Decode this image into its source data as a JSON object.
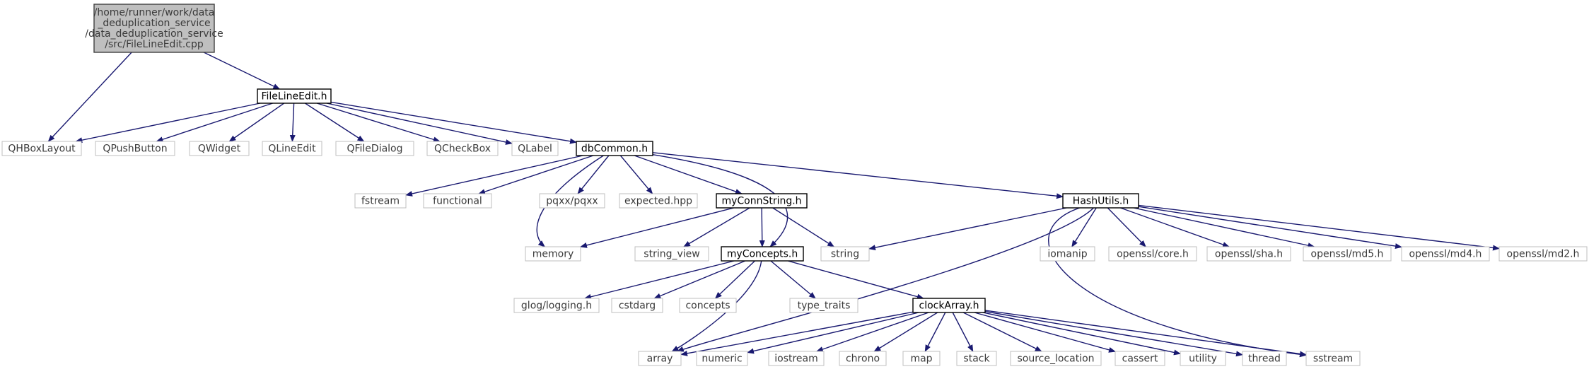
{
  "graph": {
    "edge_color": "#191970",
    "nodes": [
      {
        "id": "root",
        "lines": [
          "/home/runner/work/data",
          "_deduplication_service",
          "/data_deduplication_service",
          "/src/FileLineEdit.cpp"
        ],
        "kind": "root"
      },
      {
        "id": "FileLineEdit_h",
        "lines": [
          "FileLineEdit.h"
        ],
        "kind": "internal"
      },
      {
        "id": "QHBoxLayout",
        "lines": [
          "QHBoxLayout"
        ],
        "kind": "external"
      },
      {
        "id": "QPushButton",
        "lines": [
          "QPushButton"
        ],
        "kind": "external"
      },
      {
        "id": "QWidget",
        "lines": [
          "QWidget"
        ],
        "kind": "external"
      },
      {
        "id": "QLineEdit",
        "lines": [
          "QLineEdit"
        ],
        "kind": "external"
      },
      {
        "id": "QFileDialog",
        "lines": [
          "QFileDialog"
        ],
        "kind": "external"
      },
      {
        "id": "QCheckBox",
        "lines": [
          "QCheckBox"
        ],
        "kind": "external"
      },
      {
        "id": "QLabel",
        "lines": [
          "QLabel"
        ],
        "kind": "external"
      },
      {
        "id": "dbCommon_h",
        "lines": [
          "dbCommon.h"
        ],
        "kind": "internal"
      },
      {
        "id": "fstream",
        "lines": [
          "fstream"
        ],
        "kind": "external"
      },
      {
        "id": "functional",
        "lines": [
          "functional"
        ],
        "kind": "external"
      },
      {
        "id": "pqxx",
        "lines": [
          "pqxx/pqxx"
        ],
        "kind": "external"
      },
      {
        "id": "expected",
        "lines": [
          "expected.hpp"
        ],
        "kind": "external"
      },
      {
        "id": "myConnString_h",
        "lines": [
          "myConnString.h"
        ],
        "kind": "internal"
      },
      {
        "id": "HashUtils_h",
        "lines": [
          "HashUtils.h"
        ],
        "kind": "internal"
      },
      {
        "id": "memory",
        "lines": [
          "memory"
        ],
        "kind": "external"
      },
      {
        "id": "string_view",
        "lines": [
          "string_view"
        ],
        "kind": "external"
      },
      {
        "id": "myConcepts_h",
        "lines": [
          "myConcepts.h"
        ],
        "kind": "internal"
      },
      {
        "id": "string",
        "lines": [
          "string"
        ],
        "kind": "external"
      },
      {
        "id": "iomanip",
        "lines": [
          "iomanip"
        ],
        "kind": "external"
      },
      {
        "id": "openssl_core",
        "lines": [
          "openssl/core.h"
        ],
        "kind": "external"
      },
      {
        "id": "openssl_sha",
        "lines": [
          "openssl/sha.h"
        ],
        "kind": "external"
      },
      {
        "id": "openssl_md5",
        "lines": [
          "openssl/md5.h"
        ],
        "kind": "external"
      },
      {
        "id": "openssl_md4",
        "lines": [
          "openssl/md4.h"
        ],
        "kind": "external"
      },
      {
        "id": "openssl_md2",
        "lines": [
          "openssl/md2.h"
        ],
        "kind": "external"
      },
      {
        "id": "glog",
        "lines": [
          "glog/logging.h"
        ],
        "kind": "external"
      },
      {
        "id": "cstdarg",
        "lines": [
          "cstdarg"
        ],
        "kind": "external"
      },
      {
        "id": "concepts",
        "lines": [
          "concepts"
        ],
        "kind": "external"
      },
      {
        "id": "type_traits",
        "lines": [
          "type_traits"
        ],
        "kind": "external"
      },
      {
        "id": "clockArray_h",
        "lines": [
          "clockArray.h"
        ],
        "kind": "internal"
      },
      {
        "id": "array",
        "lines": [
          "array"
        ],
        "kind": "external"
      },
      {
        "id": "numeric",
        "lines": [
          "numeric"
        ],
        "kind": "external"
      },
      {
        "id": "iostream",
        "lines": [
          "iostream"
        ],
        "kind": "external"
      },
      {
        "id": "chrono",
        "lines": [
          "chrono"
        ],
        "kind": "external"
      },
      {
        "id": "map",
        "lines": [
          "map"
        ],
        "kind": "external"
      },
      {
        "id": "stack",
        "lines": [
          "stack"
        ],
        "kind": "external"
      },
      {
        "id": "source_location",
        "lines": [
          "source_location"
        ],
        "kind": "external"
      },
      {
        "id": "cassert",
        "lines": [
          "cassert"
        ],
        "kind": "external"
      },
      {
        "id": "utility",
        "lines": [
          "utility"
        ],
        "kind": "external"
      },
      {
        "id": "thread",
        "lines": [
          "thread"
        ],
        "kind": "external"
      },
      {
        "id": "sstream",
        "lines": [
          "sstream"
        ],
        "kind": "external"
      }
    ],
    "edges": [
      [
        "root",
        "QHBoxLayout"
      ],
      [
        "root",
        "FileLineEdit_h"
      ],
      [
        "FileLineEdit_h",
        "QHBoxLayout"
      ],
      [
        "FileLineEdit_h",
        "QPushButton"
      ],
      [
        "FileLineEdit_h",
        "QWidget"
      ],
      [
        "FileLineEdit_h",
        "QLineEdit"
      ],
      [
        "FileLineEdit_h",
        "QFileDialog"
      ],
      [
        "FileLineEdit_h",
        "QCheckBox"
      ],
      [
        "FileLineEdit_h",
        "QLabel"
      ],
      [
        "FileLineEdit_h",
        "dbCommon_h"
      ],
      [
        "dbCommon_h",
        "fstream"
      ],
      [
        "dbCommon_h",
        "functional"
      ],
      [
        "dbCommon_h",
        "memory"
      ],
      [
        "dbCommon_h",
        "pqxx"
      ],
      [
        "dbCommon_h",
        "expected"
      ],
      [
        "dbCommon_h",
        "myConnString_h"
      ],
      [
        "dbCommon_h",
        "myConcepts_h"
      ],
      [
        "dbCommon_h",
        "HashUtils_h"
      ],
      [
        "myConnString_h",
        "memory"
      ],
      [
        "myConnString_h",
        "string_view"
      ],
      [
        "myConnString_h",
        "myConcepts_h"
      ],
      [
        "myConnString_h",
        "string"
      ],
      [
        "HashUtils_h",
        "string"
      ],
      [
        "HashUtils_h",
        "iomanip"
      ],
      [
        "HashUtils_h",
        "openssl_core"
      ],
      [
        "HashUtils_h",
        "openssl_sha"
      ],
      [
        "HashUtils_h",
        "openssl_md5"
      ],
      [
        "HashUtils_h",
        "openssl_md4"
      ],
      [
        "HashUtils_h",
        "openssl_md2"
      ],
      [
        "HashUtils_h",
        "array"
      ],
      [
        "HashUtils_h",
        "sstream"
      ],
      [
        "myConcepts_h",
        "glog"
      ],
      [
        "myConcepts_h",
        "cstdarg"
      ],
      [
        "myConcepts_h",
        "concepts"
      ],
      [
        "myConcepts_h",
        "type_traits"
      ],
      [
        "myConcepts_h",
        "clockArray_h"
      ],
      [
        "myConcepts_h",
        "array"
      ],
      [
        "clockArray_h",
        "array"
      ],
      [
        "clockArray_h",
        "numeric"
      ],
      [
        "clockArray_h",
        "iostream"
      ],
      [
        "clockArray_h",
        "chrono"
      ],
      [
        "clockArray_h",
        "map"
      ],
      [
        "clockArray_h",
        "stack"
      ],
      [
        "clockArray_h",
        "source_location"
      ],
      [
        "clockArray_h",
        "cassert"
      ],
      [
        "clockArray_h",
        "utility"
      ],
      [
        "clockArray_h",
        "thread"
      ],
      [
        "clockArray_h",
        "sstream"
      ]
    ]
  }
}
